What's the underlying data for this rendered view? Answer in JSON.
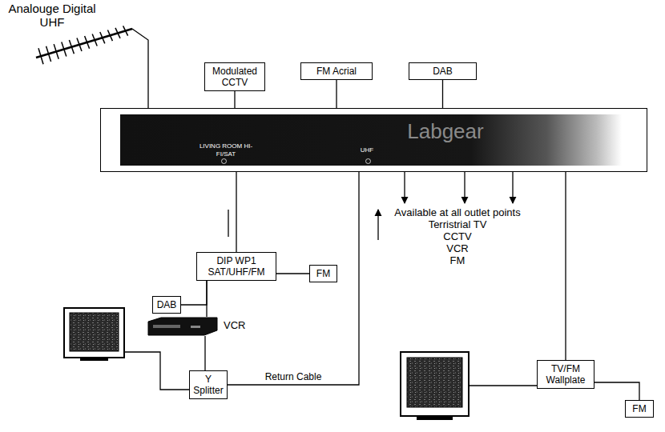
{
  "diagram": {
    "nodes": [
      {
        "text": [
          "Modulated CCTV"
        ]
      },
      {
        "text": [
          "FM Acrial"
        ]
      },
      {
        "text": [
          "DAB"
        ]
      },
      {
        "text": [
          "LIVING ROOM HI-FI/SAT",
          "UHF",
          "Labgear"
        ]
      },
      {
        "text": [
          "DIP WP1 SAT/UHF/FM"
        ]
      },
      {
        "text": [
          "FM"
        ]
      },
      {
        "text": [
          "DAB"
        ]
      },
      {
        "text": [
          "VCR"
        ]
      },
      {
        "text": [
          "Y Splitter"
        ]
      },
      {
        "text": [
          "TV/FM Wallplate"
        ]
      },
      {
        "text": [
          "FM"
        ]
      }
    ],
    "edges": [
      {
        "from": 0,
        "to": 3,
        "arrow": "none"
      },
      {
        "from": 1,
        "to": 3,
        "arrow": "none"
      },
      {
        "from": 2,
        "to": 3,
        "arrow": "none"
      },
      {
        "from": 3,
        "to": 4,
        "arrow": "none"
      },
      {
        "from": 4,
        "to": 5,
        "arrow": "none"
      },
      {
        "from": 4,
        "to": 6,
        "arrow": "none"
      },
      {
        "from": 4,
        "to": 7,
        "arrow": "none"
      },
      {
        "from": 7,
        "to": 8,
        "arrow": "none"
      },
      {
        "from": 8,
        "to": 3,
        "label": "Return Cable",
        "arrow": "none"
      },
      {
        "from": 3,
        "to": 9,
        "arrow": "none"
      },
      {
        "from": 9,
        "to": 10,
        "arrow": "none"
      }
    ],
    "labels": [
      "Analouge Digital UHF",
      "Available at all outlet points",
      "Terristrial TV",
      "CCTV",
      "VCR",
      "FM"
    ]
  }
}
